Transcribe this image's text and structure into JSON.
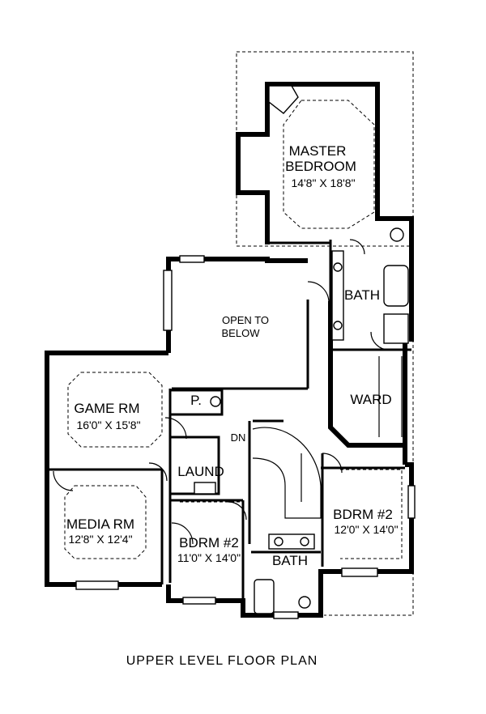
{
  "title": "UPPER LEVEL FLOOR PLAN",
  "rooms": {
    "master_bedroom": {
      "name_line1": "MASTER",
      "name_line2": "BEDROOM",
      "dims": "14'8\" X 18'8\""
    },
    "open_to_below": {
      "line1": "OPEN TO",
      "line2": "BELOW"
    },
    "master_bath": {
      "name": "BATH"
    },
    "ward": {
      "name": "WARD"
    },
    "game_room": {
      "name": "GAME RM",
      "dims": "16'0\" X 15'8\""
    },
    "pantry": {
      "name": "P."
    },
    "laundry": {
      "name": "LAUND"
    },
    "stair": {
      "name": "DN"
    },
    "media_room": {
      "name": "MEDIA RM",
      "dims": "12'8\" X 12'4\""
    },
    "bedroom_left": {
      "name": "BDRM #2",
      "dims": "11'0\" X 14'0\""
    },
    "bedroom_right": {
      "name": "BDRM #2",
      "dims": "12'0\" X 14'0\""
    },
    "hall_bath": {
      "name": "BATH"
    }
  }
}
